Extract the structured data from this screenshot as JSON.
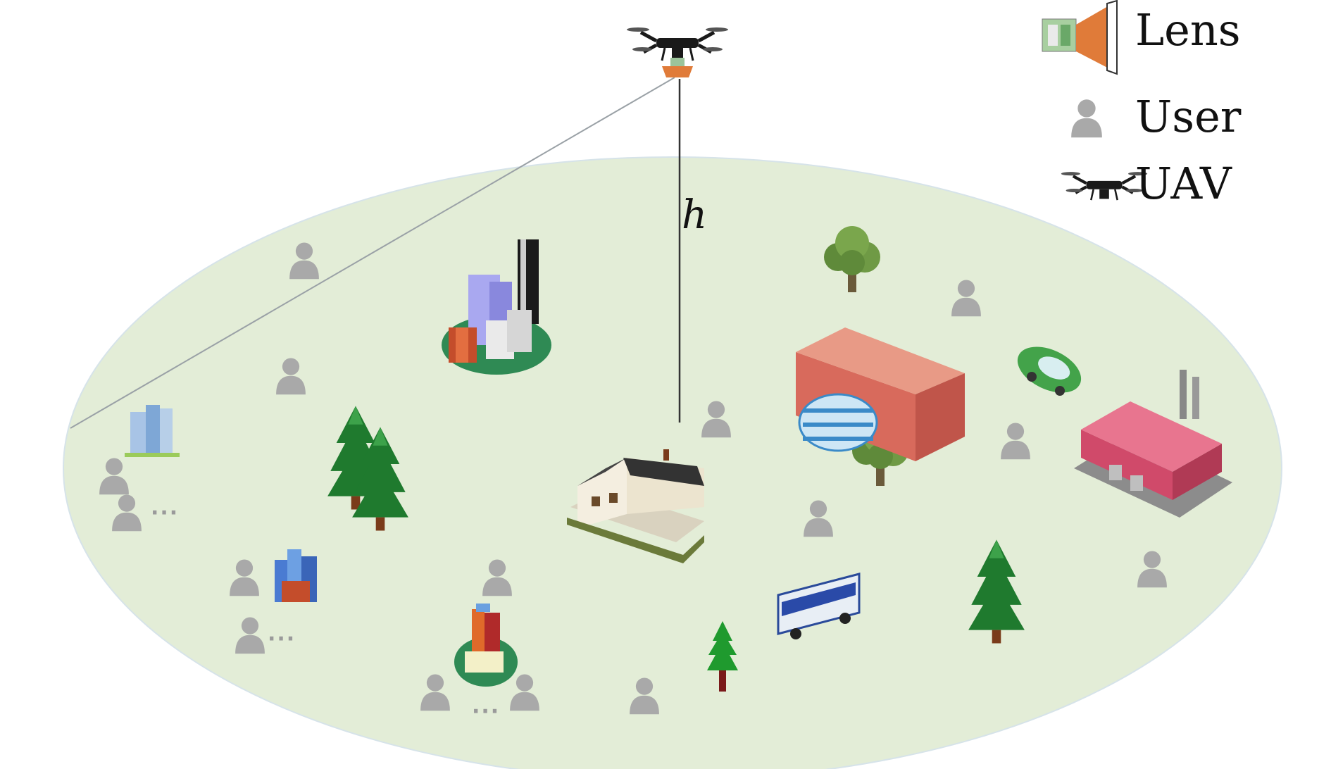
{
  "legend": {
    "lens": "Lens",
    "user": "User",
    "uav": "UAV"
  },
  "height_label": "h",
  "ellipsis": "···",
  "icons": [
    "lens-icon",
    "user-icon",
    "uav-icon",
    "building-icon",
    "tree-icon",
    "house-icon",
    "car-icon",
    "bus-icon",
    "factory-icon"
  ],
  "colors": {
    "ground": "#e3edd7",
    "user": "#a9a9a9",
    "tree": "#1f7a2e",
    "uav": "#1a1a1a",
    "lens": "#e07b39"
  }
}
